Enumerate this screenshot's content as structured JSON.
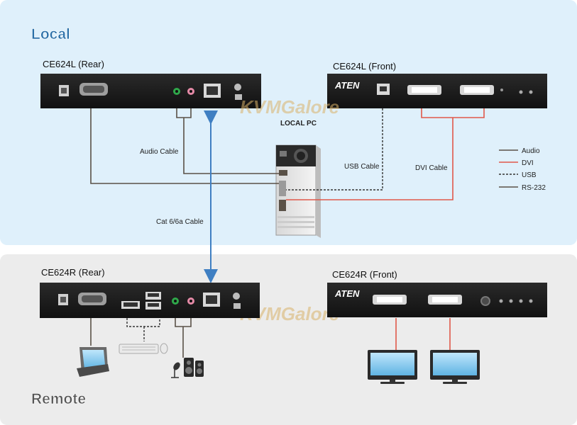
{
  "zones": {
    "local": "Local",
    "remote": "Remote"
  },
  "devices": {
    "local_rear": "CE624L (Rear)",
    "local_front": "CE624L (Front)",
    "remote_rear": "CE624R (Rear)",
    "remote_front": "CE624R (Front)",
    "local_pc": "LOCAL PC"
  },
  "brand": "ATEN",
  "watermark": "KVMGalore",
  "cables": {
    "audio": "Audio Cable",
    "usb": "USB Cable",
    "dvi": "DVI Cable",
    "cat": "Cat 6/6a Cable"
  },
  "legend": [
    {
      "label": "Audio",
      "color": "#5a5147",
      "style": "solid"
    },
    {
      "label": "DVI",
      "color": "#e0584a",
      "style": "solid"
    },
    {
      "label": "USB",
      "color": "#333333",
      "style": "dashed"
    },
    {
      "label": "RS-232",
      "color": "#5a5147",
      "style": "solid"
    }
  ],
  "colors": {
    "local_bg": "#dff0fb",
    "remote_bg": "#ececec",
    "zone_title": "#2a6fa8",
    "device_body": "#1c1c1c",
    "cat_arrow": "#3f7fc2"
  }
}
